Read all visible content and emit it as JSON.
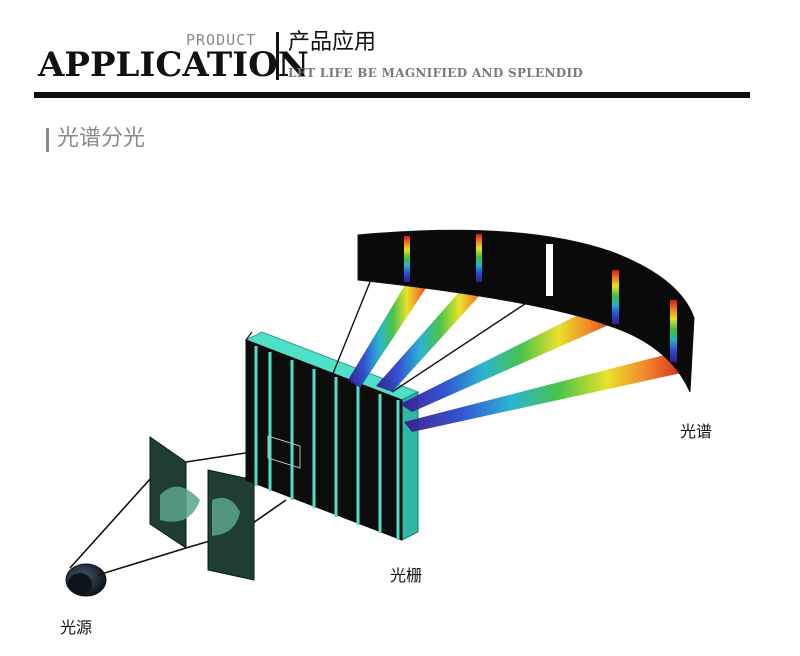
{
  "header": {
    "title": "APPLICATION",
    "product": "PRODUCT",
    "title_cn": "产品应用",
    "tagline": "LET LIFE BE MAGNIFIED AND SPLENDID"
  },
  "section": {
    "title": "光谱分光"
  },
  "diagram": {
    "labels": {
      "spectrum": "光谱",
      "grating": "光栅",
      "light_source": "光源"
    },
    "colors": {
      "grating_edge": "#4fe0c8",
      "slit_panel": "#1f3d30",
      "lens": "#5aa58d",
      "screen": "#0a0a0a"
    }
  }
}
